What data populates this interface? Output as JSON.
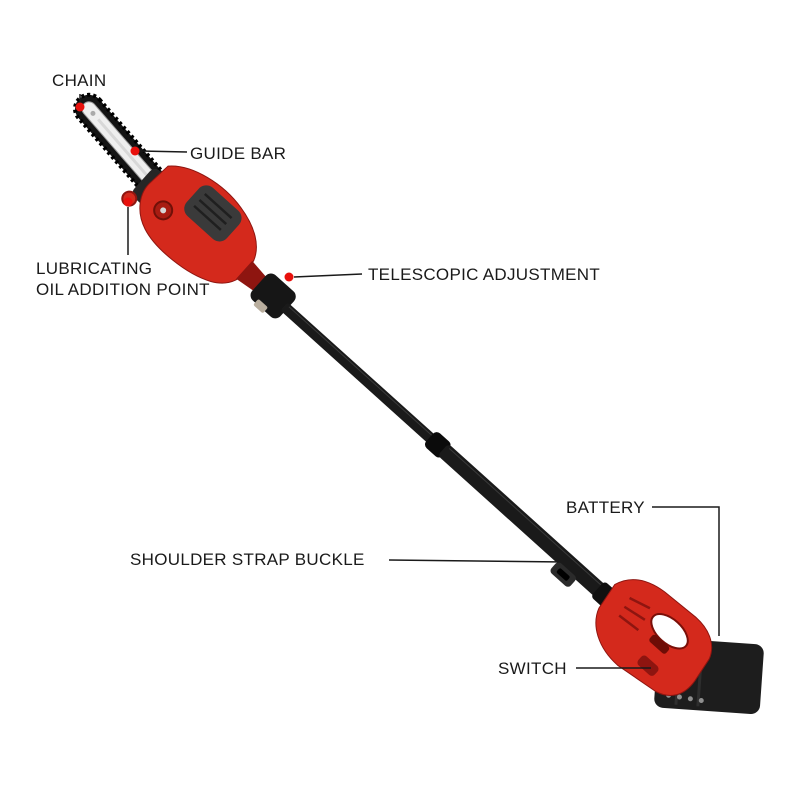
{
  "page": {
    "background_color": "#ffffff"
  },
  "product": {
    "colors": {
      "body_red": "#d4291c",
      "body_red_dark": "#8e1510",
      "pole_black": "#1a1a1a",
      "chain_black": "#141414",
      "guide_bar_white": "#efefef",
      "battery_black": "#1d1d1d",
      "label_text": "#1a1a1a",
      "leader_line": "#1a1a1a",
      "marker_dot_red": "#e8100c"
    },
    "labels": {
      "chain": {
        "text": "CHAIN"
      },
      "guide_bar": {
        "text": "GUIDE BAR"
      },
      "lubricating_oil": {
        "line1": "LUBRICATING",
        "line2": "OIL ADDITION POINT"
      },
      "telescopic": {
        "text": "TELESCOPIC ADJUSTMENT"
      },
      "battery": {
        "text": "BATTERY"
      },
      "shoulder_strap": {
        "text": "SHOULDER STRAP BUCKLE"
      },
      "switch": {
        "text": "SWITCH"
      }
    }
  }
}
